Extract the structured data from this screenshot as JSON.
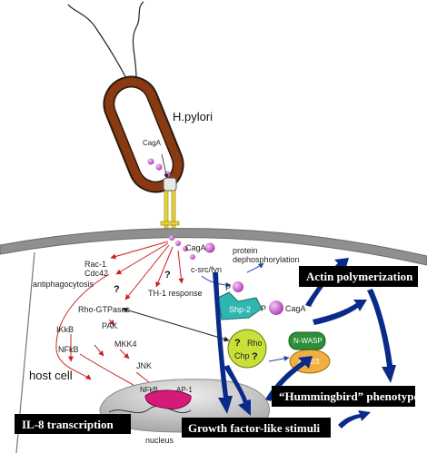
{
  "labels": {
    "hpylori": "H.pylori",
    "caga_bacterium": "CagA",
    "caga_injected": "CagA",
    "rac_cdc": [
      "Rac-1",
      "Cdc42"
    ],
    "antiphagocytosis": "antiphagocytosis",
    "th1": "TH-1 response",
    "rho_gtpases": "Rho-GTPases",
    "pak": "PAK",
    "mkk4": "MKK4",
    "jnk": "JNK",
    "ikkb": "IKkB",
    "nfkb": "NFkB",
    "host_cell": "host cell",
    "c_src": "c-src/fyn",
    "protein_dephos": [
      "protein",
      "dephosphorylation"
    ],
    "shp2": "Shp-2",
    "p_shp": "P",
    "caga_shp": "CagA",
    "p_src": "P",
    "rho": "Rho",
    "chp": "Chp",
    "nwasp": "N-WASP",
    "arp": "Arp2/3",
    "nfkb_nuc": "NFkB",
    "ap1": "AP-1",
    "nucleus": "nucleus",
    "q1": "?",
    "q2": "?",
    "q3": "?",
    "q4": "?"
  },
  "boxes": {
    "actin": "Actin polymerization",
    "hummingbird": "“Hummingbird” phenotype",
    "il8": "IL-8 transcription",
    "growth": "Growth factor-like stimuli"
  },
  "colors": {
    "bacterium_wall": "#8a3a12",
    "bacterium_outline": "#2a1a10",
    "membrane": "#8f8f8f",
    "red_arrow": "#cc2020",
    "blue_arrow": "#0a2a8a",
    "pilus": "#e8d23a",
    "shp2": "#2fb6b0",
    "rho_chp": "#c9df3a",
    "nwasp": "#2e8f3a",
    "arp": "#f0b040",
    "nucleus": "#c8c8c8",
    "molecule": "#d36bd8",
    "box_bg": "#000000"
  }
}
